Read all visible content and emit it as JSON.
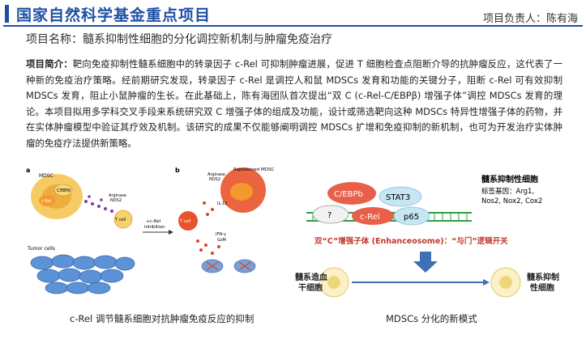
{
  "header": {
    "title": "国家自然科学基金重点项目",
    "lead": "项目负责人：陈有海"
  },
  "project": {
    "name": "项目名称：髓系抑制性细胞的分化调控新机制与肿瘤免疫治疗"
  },
  "summary": {
    "label": "项目简介：",
    "text": "靶向免疫抑制性髓系细胞中的转录因子 c-Rel 可抑制肿瘤进展，促进 T 细胞检查点阻断介导的抗肿瘤反应，这代表了一种新的免疫治疗策略。经前期研究发现，转录因子 c-Rel 是调控人和鼠 MDSCs 发育和功能的关键分子，阻断 c-Rel 可有效抑制 MDSCs 发育，阻止小鼠肿瘤的生长。在此基础上，陈有海团队首次提出“双 C (c-Rel-C/EBPβ) 增强子体”调控 MDSCs 发育的理论。本项目拟用多学科交叉手段来系统研究双 C 增强子体的组成及功能，设计或筛选靶向这种 MDSCs 特异性增强子体的药物，并在实体肿瘤模型中验证其疗效及机制。该研究的成果不仅能够阐明调控 MDSCs 扩增和免疫抑制的新机制，也可为开发治疗实体肿瘤的免疫疗法提供新策略。"
  },
  "figure_a": {
    "panel_a": "a",
    "panel_b": "b",
    "mdsc": "MDSC",
    "c_ebpb": "C/EBPβ",
    "c_rel": "c-Rel",
    "arginase": "Arginase",
    "nos2": "NOS2",
    "t_cell": "T cell",
    "tumor_cells": "Tumor cells",
    "inhibition_1": "+c-Rel",
    "inhibition_2": "inhibition",
    "repolarized": "Repolarized MDSC",
    "il12": "IL-12",
    "ifn": "IFN-γ",
    "gzm": "GzM",
    "caption": "c-Rel 调节髓系细胞对抗肿瘤免疫反应的抑制",
    "colors": {
      "mdsc": "#f5c24a",
      "tumor": "#3f7fc9",
      "tcell": "#f29a2e",
      "repolarized": "#e8532b"
    }
  },
  "figure_b": {
    "c_ebpb": "C/EBPb",
    "stat3": "STAT3",
    "unknown": "?",
    "c_rel": "c-Rel",
    "p65": "p65",
    "title_right": "髓系抑制性细胞",
    "genes_label": "标签基因：Arg1,",
    "genes_line2": "Nos2, Nox2, Cox2",
    "enhanceosome": "双“C”增强子体 (Enhanceosome)：“与门”逻辑开关",
    "left_cell": "髓系造血",
    "left_cell2": "干细胞",
    "right_cell": "髓系抑制",
    "right_cell2": "性细胞",
    "caption": "MDSCs 分化的新模式",
    "colors": {
      "c_ebpb": "#e8604a",
      "stat3": "#c6e6f3",
      "c_rel": "#e8604a",
      "p65": "#c6e6f3",
      "dna": "#2f9e44",
      "arrow": "#3f6fb5",
      "title": "#c0392b"
    }
  }
}
